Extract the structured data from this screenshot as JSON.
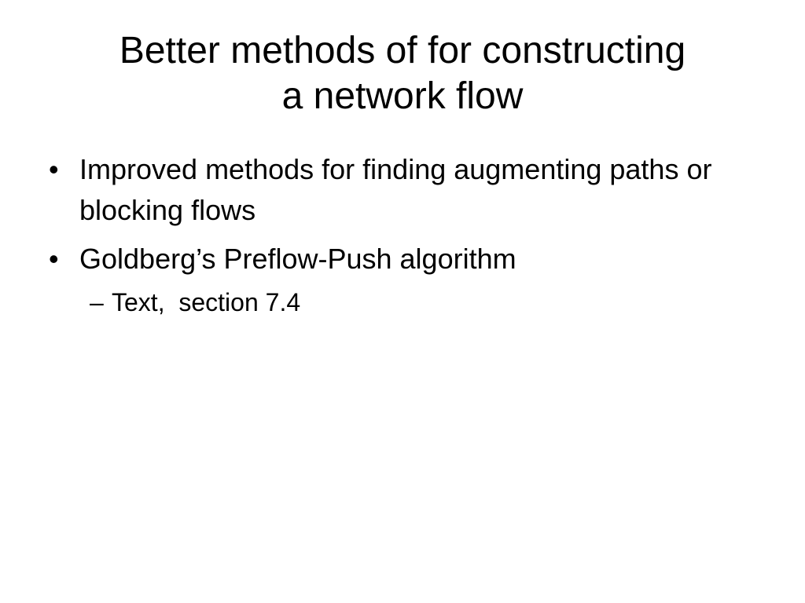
{
  "slide": {
    "title_lines": [
      "Better methods of for constructing",
      "a network flow"
    ],
    "bullets": [
      {
        "marker": "•",
        "text": "Improved methods for finding augmenting paths or blocking flows"
      },
      {
        "marker": "•",
        "text": "Goldberg’s Preflow-Push algorithm"
      }
    ],
    "sub_bullets": [
      {
        "marker": "–",
        "text": "Text,  section 7.4"
      }
    ]
  }
}
